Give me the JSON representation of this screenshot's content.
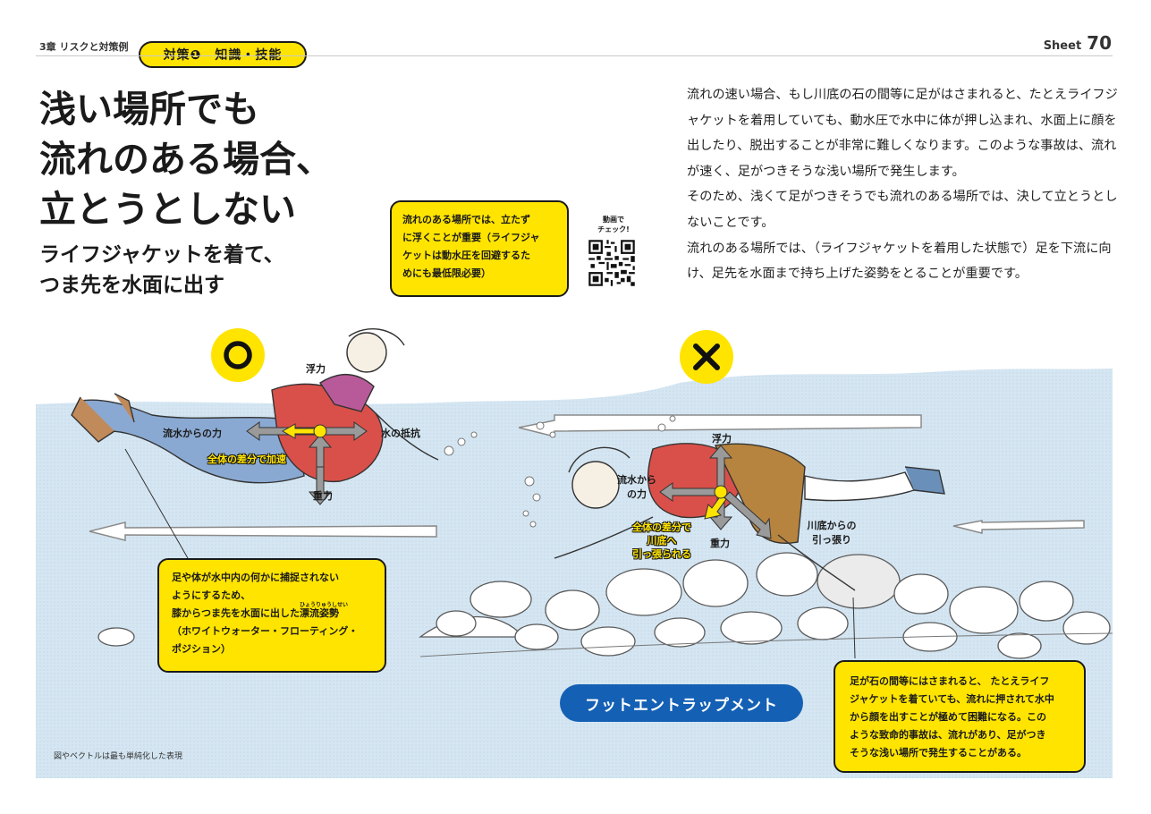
{
  "header": {
    "chapter": "3章 リスクと対策例",
    "category": "対策❶　知識・技能",
    "sheet_label": "Sheet",
    "sheet_number": "70"
  },
  "title_lines": [
    "浅い場所でも",
    "流れのある場合、",
    "立とうとしない"
  ],
  "subtitle_lines": [
    "ライフジャケットを着て、",
    "つま先を水面に出す"
  ],
  "top_note_lines": [
    "流れのある場所では、立たず",
    "に浮くことが重要（ライフジャ",
    "ケットは動水圧を回避するた",
    "めにも最低限必要）"
  ],
  "qr": {
    "label_lines": [
      "動画で",
      "チェック!"
    ]
  },
  "body_paragraphs": [
    "流れの速い場合、もし川底の石の間等に足がはさまれると、たとえライフジャケットを着用していても、動水圧で水中に体が押し込まれ、水面上に顔を出したり、脱出することが非常に難しくなります。このような事故は、流れが速く、足がつきそうな浅い場所で発生します。",
    "そのため、浅くて足がつきそうでも流れのある場所では、決して立とうとしないことです。",
    "流れのある場所では、（ライフジャケットを着用した状態で）足を下流に向け、足先を水面まで持ち上げた姿勢をとることが重要です。"
  ],
  "diagram_left": {
    "symbol": "○",
    "force_buoyancy": "浮力",
    "force_current": "流水からの力",
    "force_resistance": "水の抵抗",
    "force_gravity": "重力",
    "net_effect": "全体の差分で加速"
  },
  "diagram_right": {
    "symbol": "×",
    "force_buoyancy": "浮力",
    "force_current_lines": [
      "流水から",
      "の力"
    ],
    "force_gravity": "重力",
    "force_riverbed_lines": [
      "川底からの",
      "引っ張り"
    ],
    "net_effect_lines": [
      "全体の差分で",
      "川底へ",
      "引っ張られる"
    ]
  },
  "callout_left": {
    "line1": "足や体が水中内の何かに捕捉されない",
    "line2": "ようにするため、",
    "line3_prefix": "膝からつま先を水面に出した",
    "line3_term": "漂流姿勢",
    "line3_ruby": "ひょうりゅうしせい",
    "line4": "（ホワイトウォーター・フローティング・",
    "line5": "ポジション）"
  },
  "callout_right_lines": [
    "足が石の間等にはさまれると、 たとえライフ",
    "ジャケットを着ていても、流れに押されて水中",
    "から顔を出すことが極めて困難になる。この",
    "ような致命的事故は、流れがあり、足がつき",
    "そうな浅い場所で発生することがある。"
  ],
  "foot_entrapment_label": "フットエントラップメント",
  "footnote": "図やベクトルは最も単純化した表現",
  "colors": {
    "accent_yellow": "#ffe400",
    "water_blue": "#d7e8f3",
    "pill_blue": "#1460b4",
    "arrow_gray": "#9a9a9a"
  }
}
